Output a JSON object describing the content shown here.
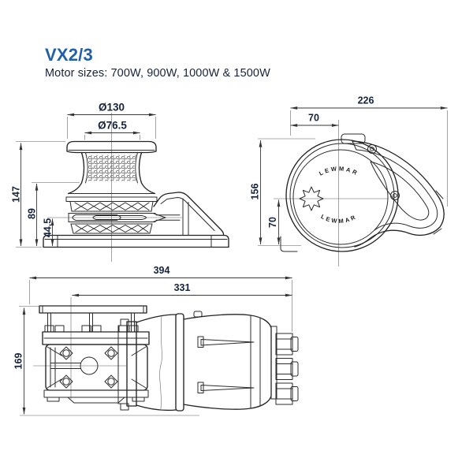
{
  "header": {
    "title": "VX2/3",
    "subtitle": "Motor sizes: 700W, 900W, 1000W & 1500W"
  },
  "colors": {
    "title_blue": "#2160a8",
    "text_navy": "#16233c",
    "drawing_line": "#2b2b2b",
    "background": "#ffffff"
  },
  "views": {
    "front": {
      "dims": {
        "diameter_top": "Ø130",
        "diameter_drum": "Ø76.5",
        "height_total": "147",
        "height_mid": "89",
        "height_chain": "44.5"
      }
    },
    "side": {
      "brand_top": "LEWMAR",
      "brand_bottom": "LEWMAR",
      "dims": {
        "width_total": "226",
        "width_offset": "70",
        "height_total": "156",
        "height_center": "70"
      }
    },
    "below_deck": {
      "dims": {
        "length_total": "394",
        "length_mid": "331",
        "height_total": "169"
      }
    }
  }
}
